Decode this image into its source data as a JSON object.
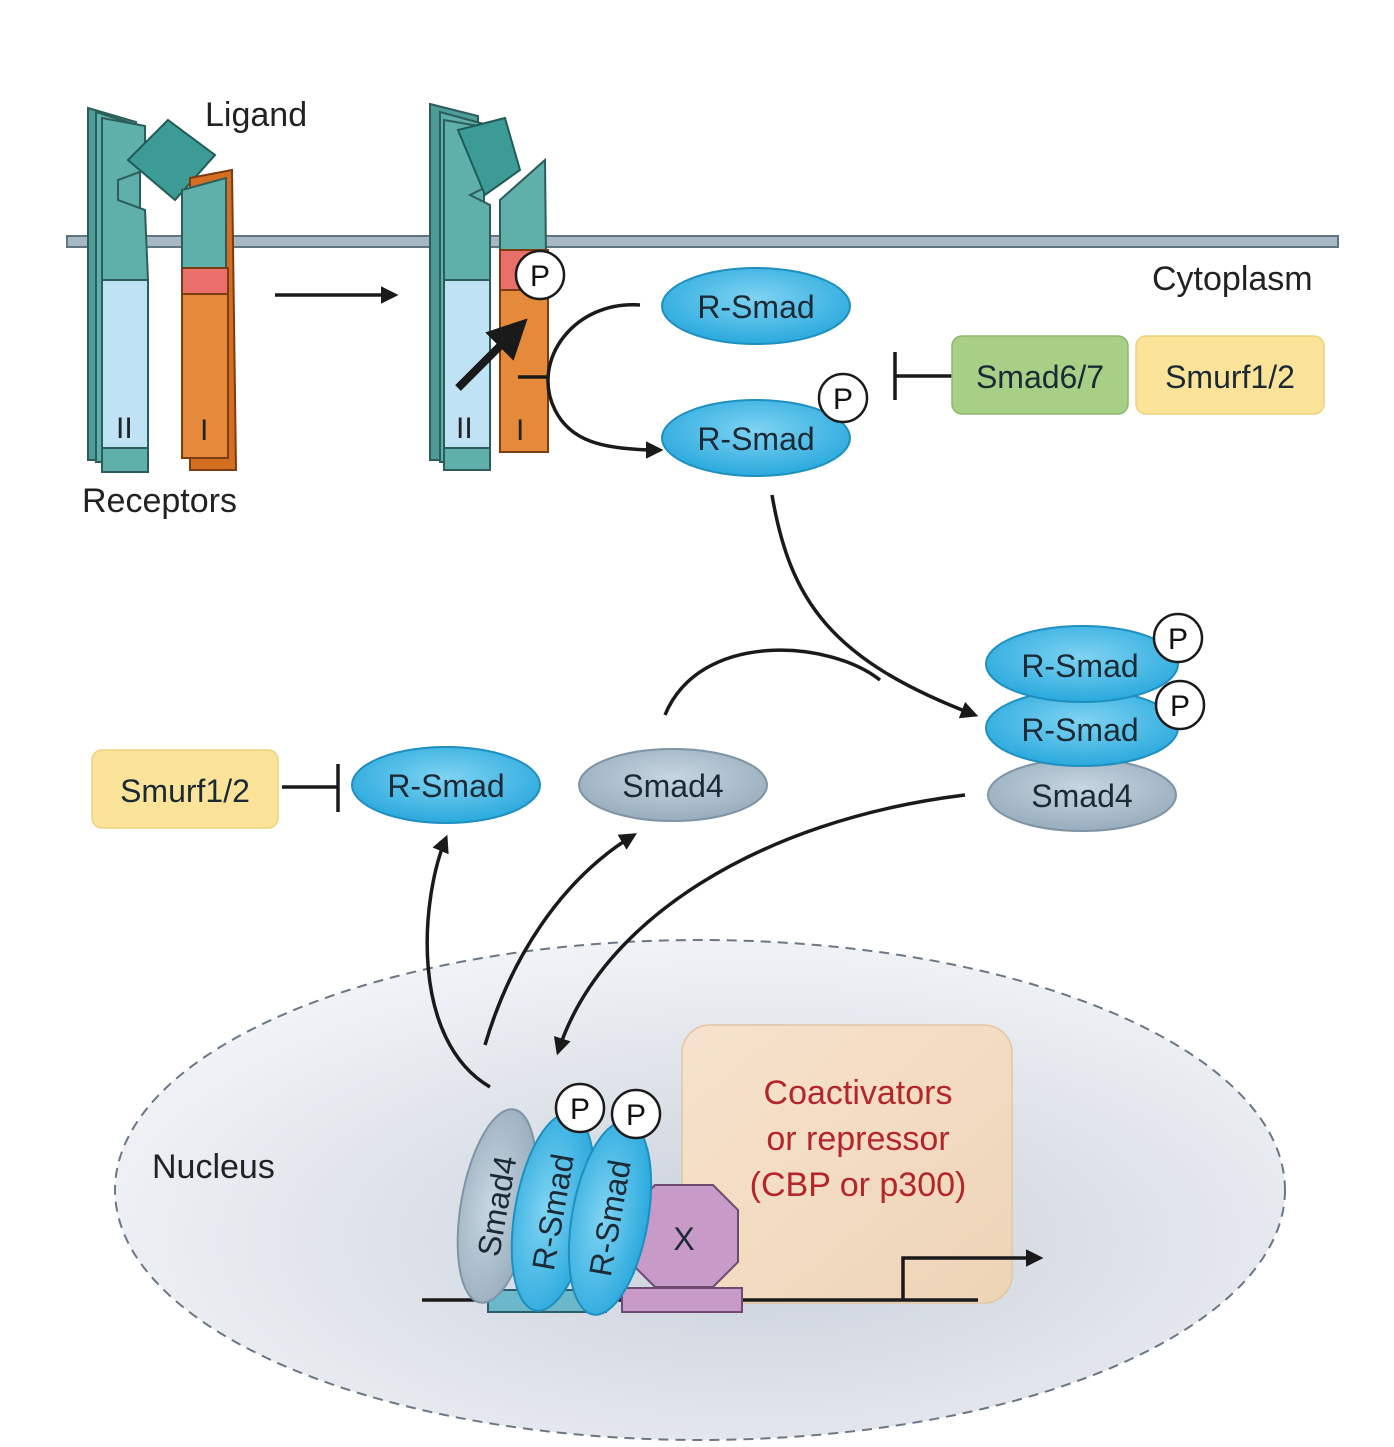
{
  "labels": {
    "ligand": "Ligand",
    "receptors": "Receptors",
    "cytoplasm": "Cytoplasm",
    "nucleus": "Nucleus",
    "receptor_type_ii": "II",
    "receptor_type_i": "I",
    "phospho": "P",
    "x_factor": "X"
  },
  "nodes": {
    "r_smad": "R-Smad",
    "smad4": "Smad4",
    "smad6_7": "Smad6/7",
    "smurf1_2": "Smurf1/2"
  },
  "coactivators": {
    "line1": "Coactivators",
    "line2": "or repressor",
    "line3": "(CBP or p300)"
  },
  "colors": {
    "membrane": "#9fb3bf",
    "receptor_teal": "#5fb0ab",
    "receptor_light_blue": "#bfe3f5",
    "receptor_orange": "#e58a3a",
    "receptor_band": "#e9706a",
    "ligand": "#3d9b96",
    "r_smad": "#3cb8e6",
    "smad4": "#a9bccb",
    "smad6_7_box": "#a8cf86",
    "smurf_box": "#fbe49a",
    "coactivator_box": "#f2d9bd",
    "coactivator_text": "#b3262a",
    "x_factor": "#c79ac7",
    "nucleus_fill": "#e4e8ee"
  }
}
